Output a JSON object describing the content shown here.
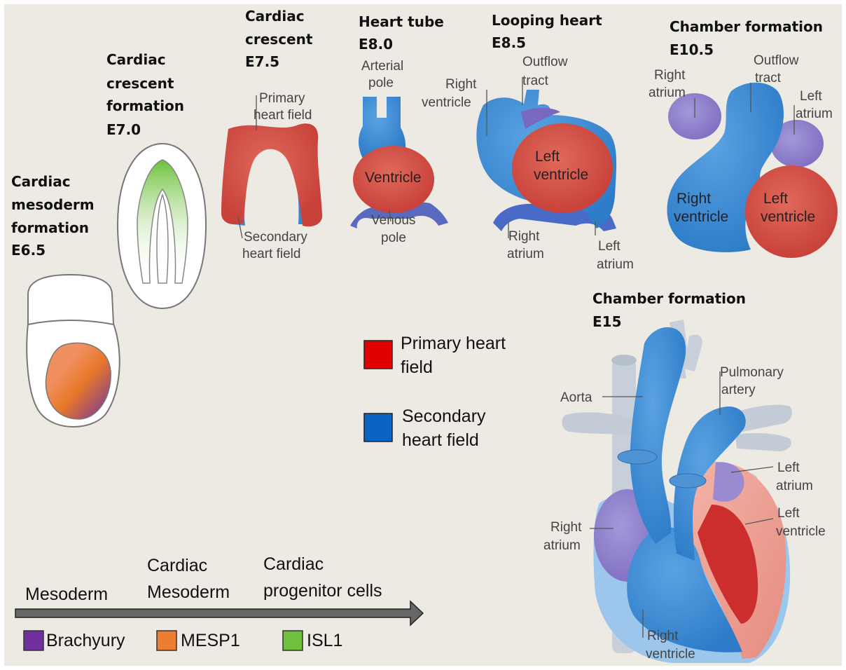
{
  "stages": {
    "mesoderm_formation": {
      "line1": "Cardiac",
      "line2": "mesoderm",
      "line3": "formation",
      "day": "E6.5"
    },
    "crescent_formation": {
      "line1": "Cardiac",
      "line2": "crescent",
      "line3": "formation",
      "day": "E7.0"
    },
    "crescent": {
      "line1": "Cardiac",
      "line2": "crescent",
      "day": "E7.5"
    },
    "heart_tube": {
      "line1": "Heart tube",
      "day": "E8.0"
    },
    "looping": {
      "line1": "Looping heart",
      "day": "E8.5"
    },
    "chamber_105": {
      "line1": "Chamber formation",
      "day": "E10.5"
    },
    "chamber_15": {
      "line1": "Chamber formation",
      "day": "E15"
    }
  },
  "labels": {
    "crescent": {
      "primary_1": "Primary",
      "primary_2": "heart field",
      "secondary_1": "Secondary",
      "secondary_2": "heart field"
    },
    "tube": {
      "arterial_1": "Arterial",
      "arterial_2": "pole",
      "ventricle": "Ventricle",
      "venous_1": "Venous",
      "venous_2": "pole"
    },
    "looping": {
      "rv_1": "Right",
      "rv_2": "ventricle",
      "oft_1": "Outflow",
      "oft_2": "tract",
      "lv_1": "Left",
      "lv_2": "ventricle",
      "ra_1": "Right",
      "ra_2": "atrium",
      "la_1": "Left",
      "la_2": "atrium"
    },
    "chamber105": {
      "ra_1": "Right",
      "ra_2": "atrium",
      "oft_1": "Outflow",
      "oft_2": "tract",
      "la_1": "Left",
      "la_2": "atrium",
      "rv_1": "Right",
      "rv_2": "ventricle",
      "lv_1": "Left",
      "lv_2": "ventricle"
    },
    "chamber15": {
      "aorta": "Aorta",
      "pa_1": "Pulmonary",
      "pa_2": "artery",
      "la_1": "Left",
      "la_2": "atrium",
      "lv_1": "Left",
      "lv_2": "ventricle",
      "ra_1": "Right",
      "ra_2": "atrium",
      "rv_1": "Right",
      "rv_2": "ventricle"
    }
  },
  "field_legend": {
    "primary_1": "Primary heart",
    "primary_2": "field",
    "primary_color": "#e00000",
    "secondary_1": "Secondary",
    "secondary_2": "heart field",
    "secondary_color": "#0b63c4"
  },
  "timeline": {
    "mesoderm": "Mesoderm",
    "cardiac_mesoderm_1": "Cardiac",
    "cardiac_mesoderm_2": "Mesoderm",
    "progenitor_1": "Cardiac",
    "progenitor_2": "progenitor cells"
  },
  "marker_legend": [
    {
      "label": "Brachyury",
      "color": "#7030a0"
    },
    {
      "label": "MESP1",
      "color": "#ed7d31"
    },
    {
      "label": "ISL1",
      "color": "#70c040"
    }
  ],
  "colors": {
    "primary_red": "#d9534f",
    "secondary_blue": "#3a87d0",
    "atrium_purple": "#8a7ac8",
    "vessel_grey": "#c3ccd6"
  }
}
